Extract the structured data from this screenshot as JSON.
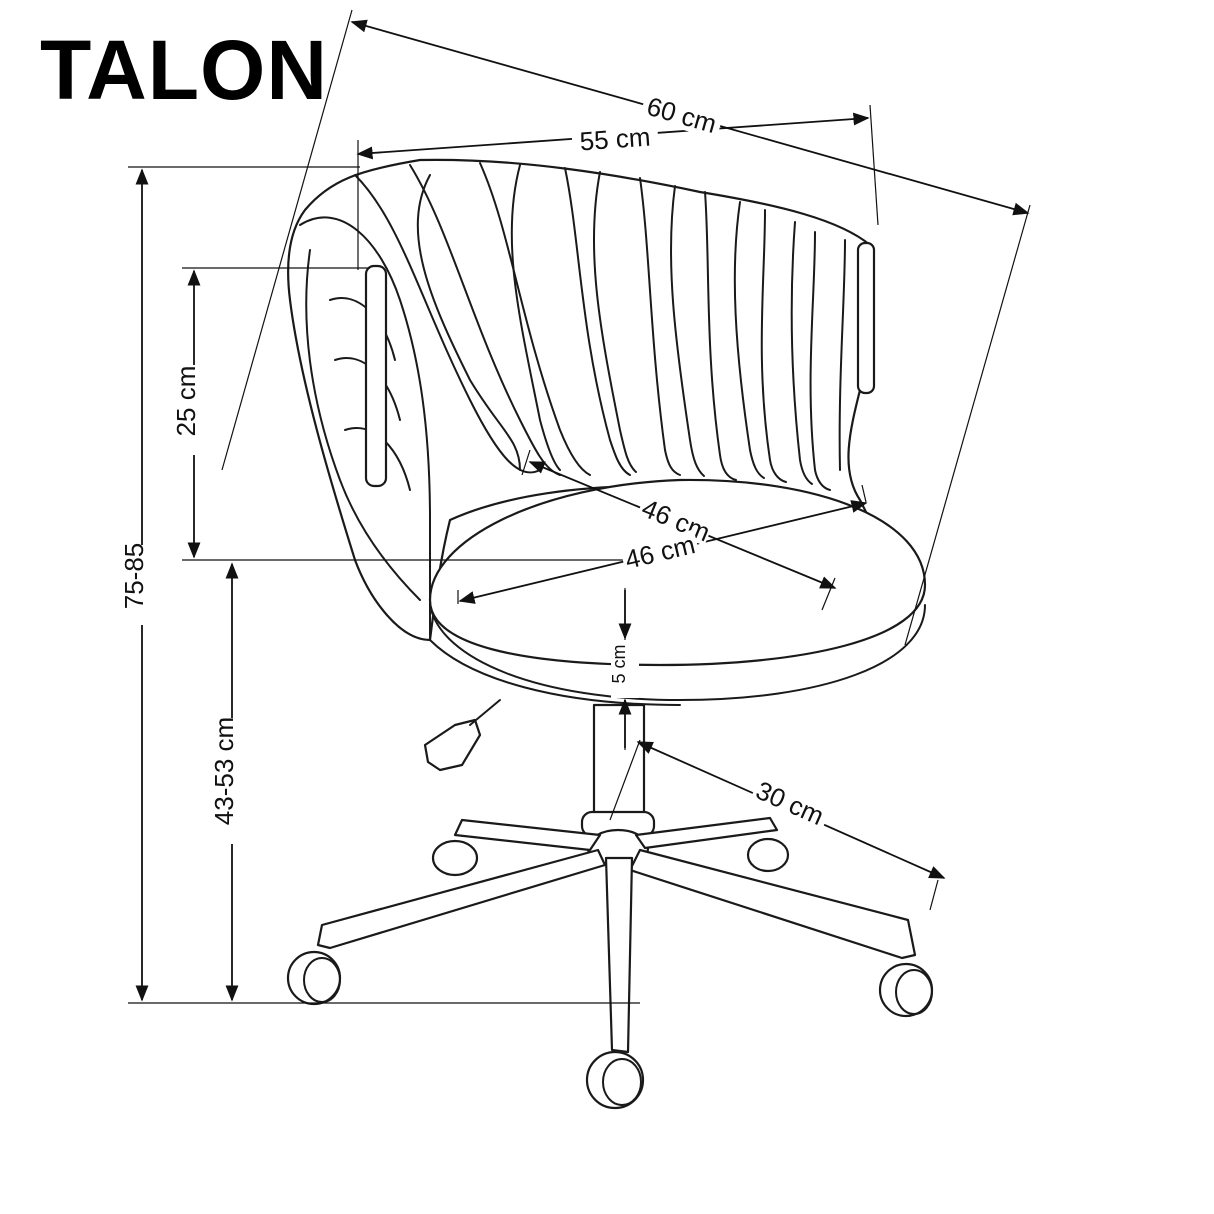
{
  "title": "TALON",
  "dimensions": {
    "overall_width": "60 cm",
    "back_width": "55 cm",
    "backrest_height": "25 cm",
    "total_height": "75-85",
    "seat_height": "43-53 cm",
    "seat_depth": "46 cm",
    "seat_width": "46 cm",
    "seat_thickness": "5 cm",
    "base_radius": "30 cm"
  },
  "colors": {
    "line": "#111111",
    "background": "#ffffff"
  }
}
